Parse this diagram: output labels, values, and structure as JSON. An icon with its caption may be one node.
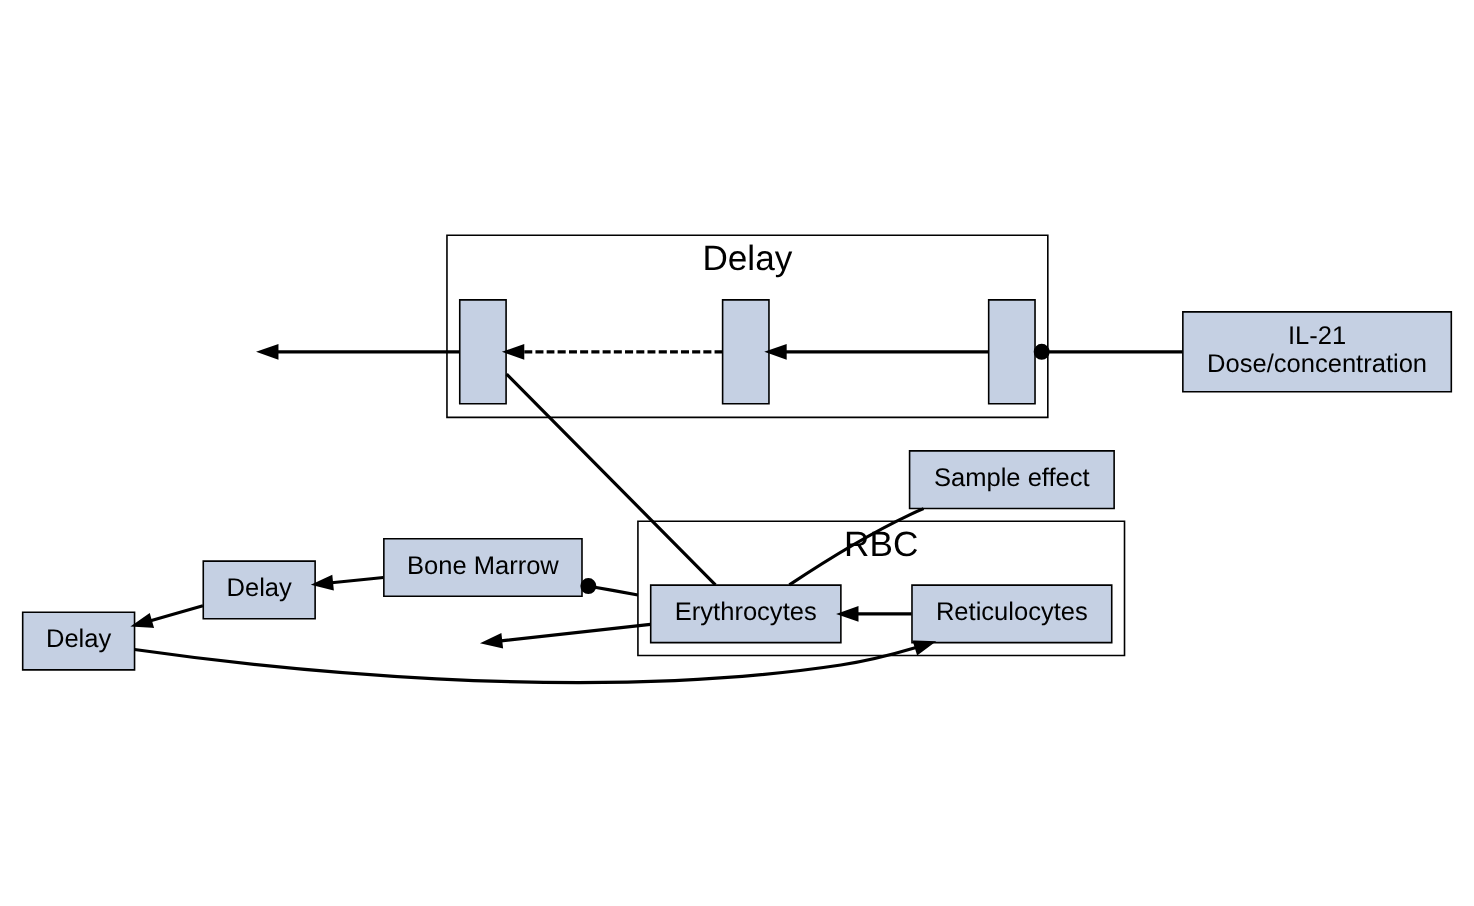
{
  "diagram": {
    "nodes": [
      {
        "text": [
          "Delay"
        ]
      },
      {
        "text": [],
        "shape": "box",
        "in": 0
      },
      {
        "text": [],
        "shape": "box",
        "in": 0
      },
      {
        "text": [],
        "shape": "box",
        "in": 0
      },
      {
        "text": [
          "IL-21",
          "Dose/concentration"
        ]
      },
      {
        "text": [
          "RBC"
        ]
      },
      {
        "text": [
          "Erythrocytes"
        ],
        "in": 5
      },
      {
        "text": [
          "Reticulocytes"
        ],
        "in": 5
      },
      {
        "text": [
          "Bone Marrow"
        ]
      },
      {
        "text": [
          "Delay"
        ]
      },
      {
        "text": [
          "Delay"
        ]
      },
      {
        "text": [
          "Sample effect"
        ]
      }
    ],
    "edges": [
      {
        "from": 4,
        "to": 3,
        "arrow": "other"
      },
      {
        "from": 3,
        "to": 2,
        "arrow": "to"
      },
      {
        "from": 2,
        "to": 1,
        "arrow": "to",
        "style": "dashed"
      },
      {
        "from": 1,
        "to": null,
        "arrow": "to"
      },
      {
        "from": 6,
        "to": 1,
        "arrow": "none"
      },
      {
        "from": 11,
        "to": 6,
        "arrow": "none"
      },
      {
        "from": 6,
        "to": null,
        "arrow": "to"
      },
      {
        "from": 5,
        "to": 8,
        "arrow": "other"
      },
      {
        "from": 8,
        "to": 10,
        "arrow": "to"
      },
      {
        "from": 10,
        "to": 9,
        "arrow": "to"
      },
      {
        "from": 9,
        "to": 7,
        "arrow": "to"
      },
      {
        "from": 7,
        "to": 6,
        "arrow": "to"
      }
    ]
  }
}
